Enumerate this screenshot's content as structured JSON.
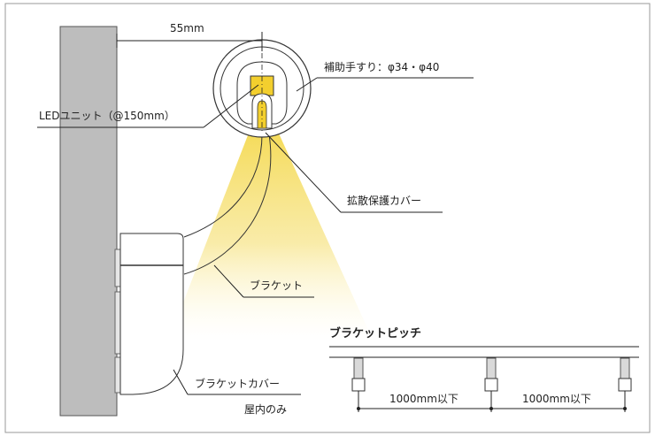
{
  "diagram": {
    "dimension_label": "55mm",
    "labels": {
      "handrail": "補助手すり：φ34・φ40",
      "led_unit": "LEDユニット（@150mm）",
      "diffuser_cover": "拡散保護カバー",
      "bracket": "ブラケット",
      "bracket_cover": "ブラケットカバー",
      "indoor_only": "屋内のみ"
    },
    "pitch": {
      "heading": "ブラケットピッチ",
      "spacing_labels": [
        "1000mm以下",
        "1000mm以下"
      ]
    }
  },
  "colors": {
    "wall": "#bdbdbd",
    "led": "#f3cf2e",
    "light": "#f6e27a",
    "line": "#333333",
    "frame": "#9a9a9a"
  }
}
